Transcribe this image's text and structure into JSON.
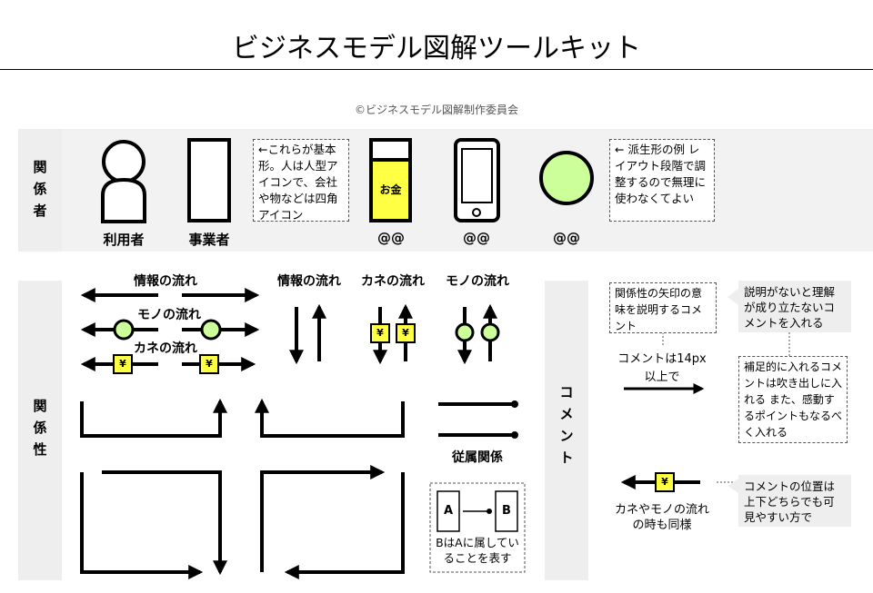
{
  "header": {
    "title": "ビジネスモデル図解ツールキット",
    "copyright": "©ビジネスモデル図解制作委員会"
  },
  "actors": {
    "section_label": "関係者",
    "user_label": "利用者",
    "business_label": "事業者",
    "note_basic": "←これらが基本形。人は人型アイコンで、会社や物などは四角アイコン",
    "money_label": "お金",
    "money_caption": "@@",
    "phone_caption": "@@",
    "circle_caption": "@@",
    "note_derived": "← 派生形の例 レイアウト段階で調整するので無理に使わなくてよい"
  },
  "relations": {
    "section_label": "関係性",
    "info_flow_h": "情報の流れ",
    "goods_flow_h": "モノの流れ",
    "money_flow_h": "カネの流れ",
    "info_flow_v": "情報の流れ",
    "money_flow_v": "カネの流れ",
    "goods_flow_v": "モノの流れ",
    "yen_symbol": "¥",
    "subordinate_label": "従属関係",
    "node_a": "A",
    "node_b": "B",
    "subordinate_note": "BはAに属していることを表す"
  },
  "comments": {
    "section_label": "コメント",
    "note_arrow_explain": "関係性の矢印の意味を説明するコメント",
    "arrow_comment": "コメントは14px以上で",
    "note_explain_needed": "説明がないと理解が成り立たないコメントを入れる",
    "note_supplement": "補足的に入れるコメントは吹き出しに入れる また、感動するポイントもなるべく入れる",
    "money_goods_caption": "カネやモノの流れの時も同様",
    "note_position": "コメントの位置は上下どちらでも可見やすい方で"
  },
  "colors": {
    "accent_yellow": "#ffff44",
    "accent_green": "#ccff99",
    "band_gray": "#eeeeee"
  }
}
